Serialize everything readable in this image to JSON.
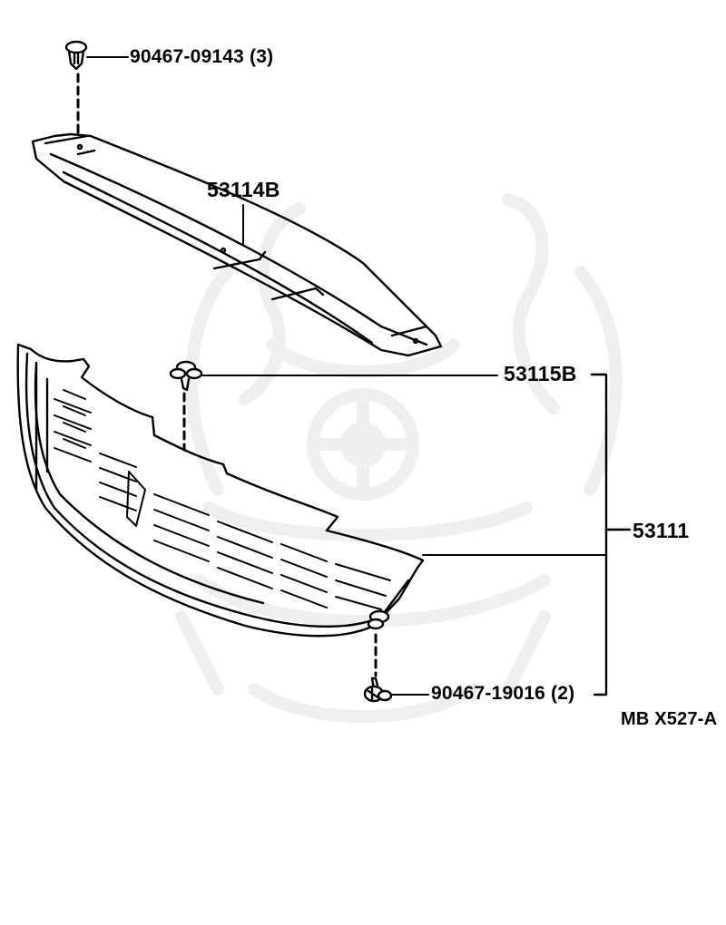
{
  "diagram": {
    "type": "exploded parts diagram",
    "subject": "front radiator grille assembly",
    "figure_code": "MB X527-A",
    "colors": {
      "line": "#000000",
      "background": "#ffffff",
      "watermark": "#efefef"
    },
    "parts": [
      {
        "id": "clip-top",
        "part_number": "90467-09143",
        "quantity": "(3)",
        "label": "90467-09143 (3)",
        "description": "push clip fastening upper grille seal"
      },
      {
        "id": "grille-seal",
        "part_number": "53114B",
        "label": "53114B",
        "description": "upper grille seal / molding strip"
      },
      {
        "id": "retainer",
        "part_number": "53115B",
        "label": "53115B",
        "description": "grille retainer clip"
      },
      {
        "id": "grille",
        "part_number": "53111",
        "label": "53111",
        "description": "radiator grille (assembly bracket)"
      },
      {
        "id": "clip-bottom",
        "part_number": "90467-19016",
        "quantity": "(2)",
        "label": "90467-19016 (2)",
        "description": "lower grille clip"
      }
    ]
  }
}
